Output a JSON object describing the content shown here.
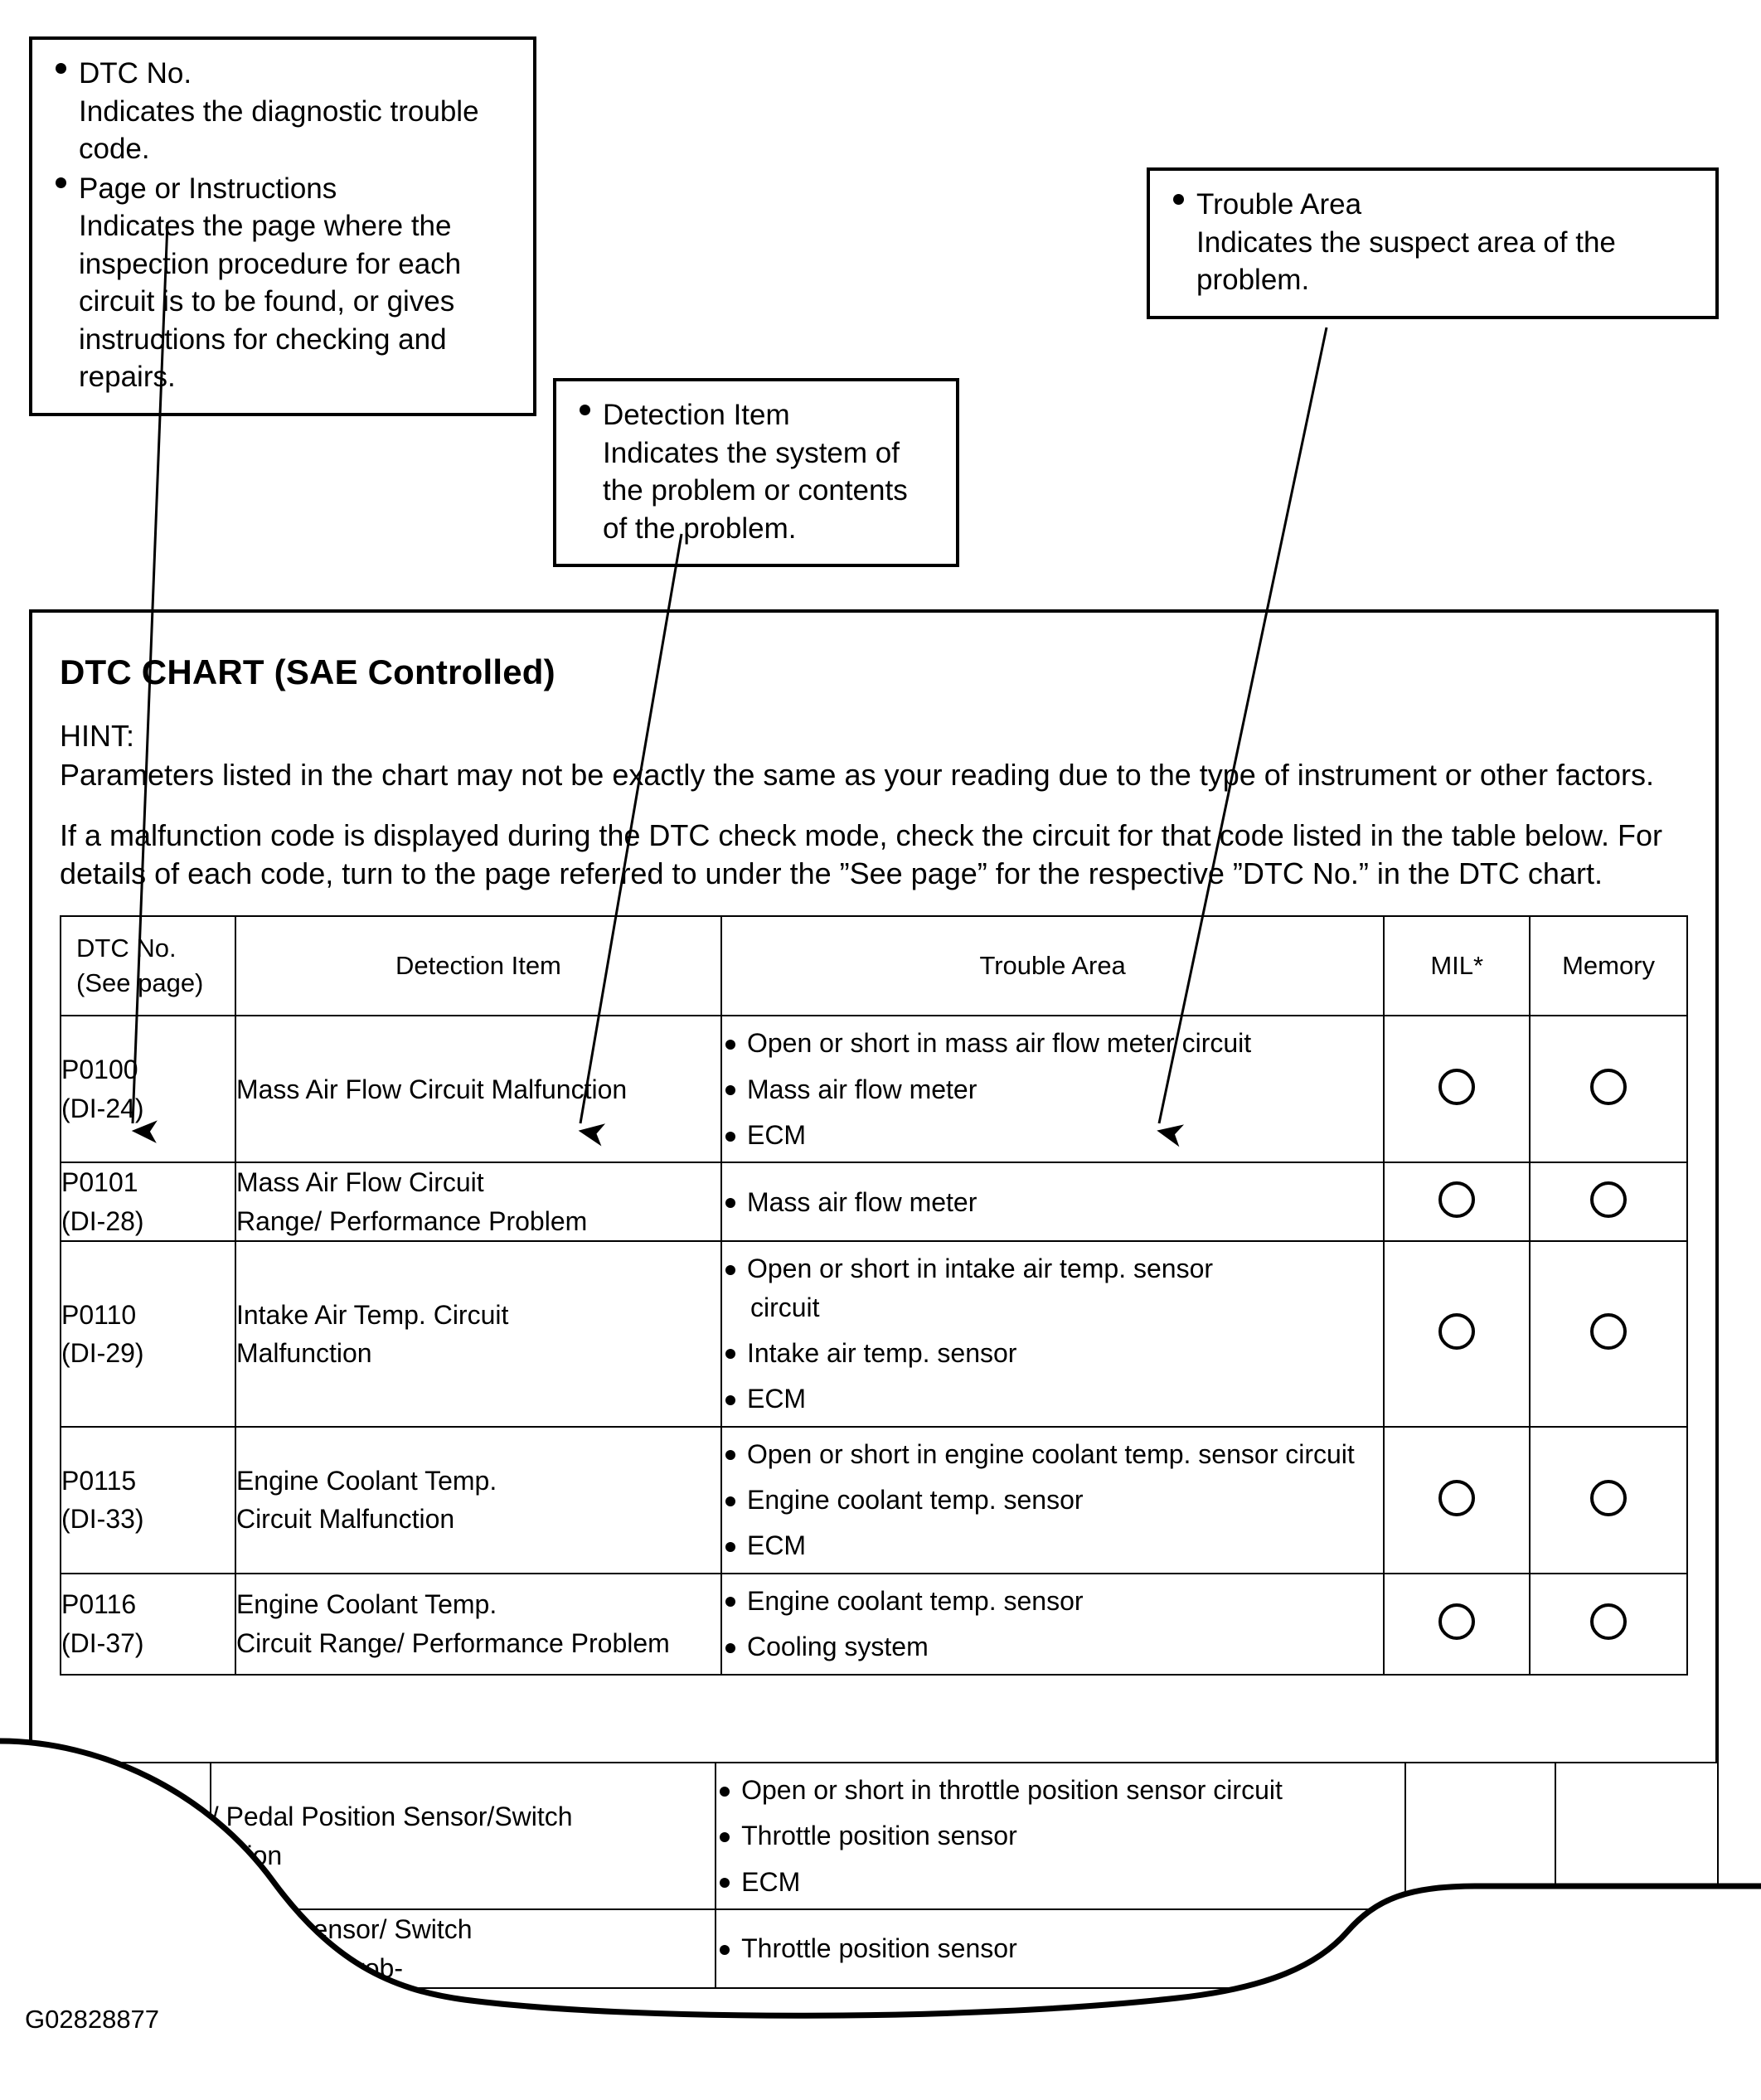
{
  "callouts": [
    {
      "id": "dtc-no",
      "items": [
        {
          "head": "DTC No.",
          "body": "Indicates the diagnostic trouble code."
        },
        {
          "head": "Page or Instructions",
          "body": "Indicates the page where the inspection procedure for each circuit is to be found, or gives instructions for checking and repairs."
        }
      ]
    },
    {
      "id": "trouble-area",
      "items": [
        {
          "head": "Trouble Area",
          "body": "Indicates the suspect area of the problem."
        }
      ]
    },
    {
      "id": "detection-item",
      "items": [
        {
          "head": "Detection Item",
          "body": "Indicates the system of the problem or contents of the problem."
        }
      ]
    }
  ],
  "chart": {
    "title": "DTC CHART (SAE Controlled)",
    "hint_label": "HINT:",
    "hint_text": "Parameters listed in the chart may not be exactly the same as your reading due to the type of instrument or other factors.",
    "intro_text": "If a malfunction code is displayed during the DTC check mode, check the circuit for that code listed in the table below. For details of each code, turn to the page referred to under the ”See page” for the respective ”DTC No.” in the DTC chart."
  },
  "table": {
    "headers": {
      "dtc_no_line1": "DTC No.",
      "dtc_no_line2": "(See page)",
      "detection_item": "Detection Item",
      "trouble_area": "Trouble Area",
      "mil": "MIL*",
      "memory": "Memory"
    },
    "mark": "circle",
    "rows": [
      {
        "dtc_no": "P0100",
        "page": "(DI-24)",
        "detection_item": [
          "Mass Air Flow Circuit Malfunction"
        ],
        "trouble_area": [
          {
            "text": "Open or short in mass air flow meter circuit"
          },
          {
            "text": "Mass air flow meter"
          },
          {
            "text": "ECM"
          }
        ],
        "mil": "circle",
        "memory": "circle"
      },
      {
        "dtc_no": "P0101",
        "page": "(DI-28)",
        "detection_item": [
          "Mass Air Flow Circuit",
          "Range/ Performance Problem"
        ],
        "trouble_area": [
          {
            "text": "Mass air flow meter"
          }
        ],
        "mil": "circle",
        "memory": "circle"
      },
      {
        "dtc_no": "P0110",
        "page": "(DI-29)",
        "detection_item": [
          "Intake Air Temp. Circuit",
          "Malfunction"
        ],
        "trouble_area": [
          {
            "text": "Open or short in intake air temp. sensor",
            "cont": "circuit"
          },
          {
            "text": "Intake air temp. sensor"
          },
          {
            "text": "ECM"
          }
        ],
        "mil": "circle",
        "memory": "circle"
      },
      {
        "dtc_no": "P0115",
        "page": "(DI-33)",
        "detection_item": [
          "Engine Coolant Temp.",
          "Circuit Malfunction"
        ],
        "trouble_area": [
          {
            "text": "Open or short in engine coolant temp. sensor circuit"
          },
          {
            "text": "Engine coolant temp. sensor"
          },
          {
            "text": "ECM"
          }
        ],
        "mil": "circle",
        "memory": "circle"
      },
      {
        "dtc_no": "P0116",
        "page": "(DI-37)",
        "detection_item": [
          "Engine Coolant Temp.",
          "Circuit Range/ Performance Problem"
        ],
        "trouble_area": [
          {
            "text": "Engine coolant temp. sensor"
          },
          {
            "text": "Cooling system"
          }
        ],
        "mil": "circle",
        "memory": "circle"
      }
    ],
    "partial_rows": [
      {
        "dtc_no": "",
        "page": "",
        "detection_item": [
          "/ Pedal Position Sensor/Switch",
          "nction"
        ],
        "trouble_area": [
          {
            "text": "Open or short in throttle position sensor circuit"
          },
          {
            "text": "Throttle position sensor"
          },
          {
            "text": "ECM"
          }
        ],
        "mil": "",
        "memory": ""
      },
      {
        "dtc_no": "",
        "page": "",
        "detection_item": [
          "osition Sensor/ Switch",
          "rformance Prob-"
        ],
        "trouble_area": [
          {
            "text": "Throttle position sensor"
          }
        ],
        "mil": "",
        "memory": ""
      }
    ]
  },
  "footer": {
    "code": "G02828877"
  }
}
